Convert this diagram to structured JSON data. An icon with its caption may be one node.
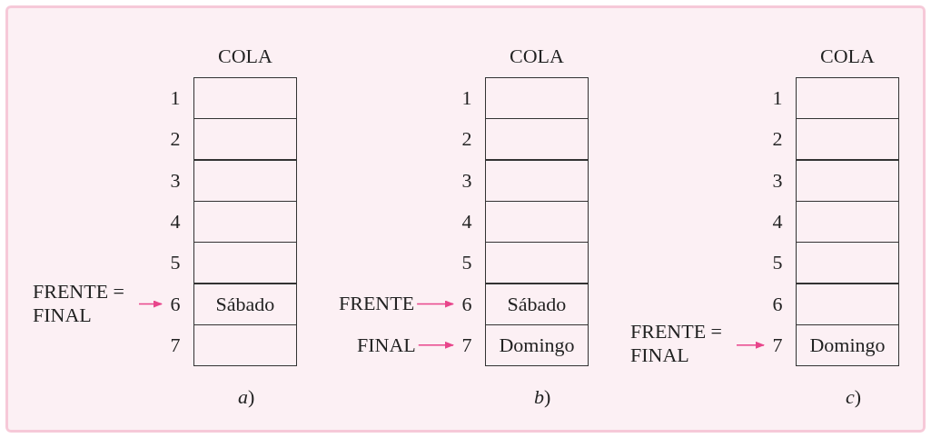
{
  "diagram": {
    "nodes": [
      {
        "text": [
          "COLA"
        ]
      },
      {
        "text": [],
        "shape": "box",
        "in": 0,
        "beside": [
          "1"
        ]
      },
      {
        "text": [],
        "shape": "box",
        "in": 0,
        "beside": [
          "2"
        ]
      },
      {
        "text": [],
        "shape": "box",
        "in": 0,
        "beside": [
          "3"
        ]
      },
      {
        "text": [],
        "shape": "box",
        "in": 0,
        "beside": [
          "4"
        ]
      },
      {
        "text": [],
        "shape": "box",
        "in": 0,
        "beside": [
          "5"
        ]
      },
      {
        "text": [
          "Sábado"
        ],
        "in": 0,
        "beside": [
          "6"
        ]
      },
      {
        "text": [],
        "shape": "box",
        "in": 0,
        "beside": [
          "7"
        ]
      },
      {
        "text": [
          "FRENTE = FINAL"
        ]
      },
      {
        "text": [
          "COLA"
        ]
      },
      {
        "text": [],
        "shape": "box",
        "in": 9,
        "beside": [
          "1"
        ]
      },
      {
        "text": [],
        "shape": "box",
        "in": 9,
        "beside": [
          "2"
        ]
      },
      {
        "text": [],
        "shape": "box",
        "in": 9,
        "beside": [
          "3"
        ]
      },
      {
        "text": [],
        "shape": "box",
        "in": 9,
        "beside": [
          "4"
        ]
      },
      {
        "text": [],
        "shape": "box",
        "in": 9,
        "beside": [
          "5"
        ]
      },
      {
        "text": [
          "Sábado"
        ],
        "in": 9,
        "beside": [
          "6"
        ]
      },
      {
        "text": [
          "Domingo"
        ],
        "in": 9,
        "beside": [
          "7"
        ]
      },
      {
        "text": [
          "FRENTE"
        ]
      },
      {
        "text": [
          "FINAL"
        ]
      },
      {
        "text": [
          "COLA"
        ]
      },
      {
        "text": [],
        "shape": "box",
        "in": 19,
        "beside": [
          "1"
        ]
      },
      {
        "text": [],
        "shape": "box",
        "in": 19,
        "beside": [
          "2"
        ]
      },
      {
        "text": [],
        "shape": "box",
        "in": 19,
        "beside": [
          "3"
        ]
      },
      {
        "text": [],
        "shape": "box",
        "in": 19,
        "beside": [
          "4"
        ]
      },
      {
        "text": [],
        "shape": "box",
        "in": 19,
        "beside": [
          "5"
        ]
      },
      {
        "text": [],
        "shape": "box",
        "in": 19,
        "beside": [
          "6"
        ]
      },
      {
        "text": [
          "Domingo"
        ],
        "in": 19,
        "beside": [
          "7"
        ]
      },
      {
        "text": [
          "FRENTE = FINAL"
        ]
      }
    ],
    "edges": [
      {
        "from": 8,
        "to": 6,
        "arrow": "to"
      },
      {
        "from": 17,
        "to": 15,
        "arrow": "to"
      },
      {
        "from": 18,
        "to": 16,
        "arrow": "to"
      },
      {
        "from": 27,
        "to": 26,
        "arrow": "to"
      }
    ],
    "labels": [
      "*a*)",
      "*b*)",
      "*c*)"
    ]
  }
}
